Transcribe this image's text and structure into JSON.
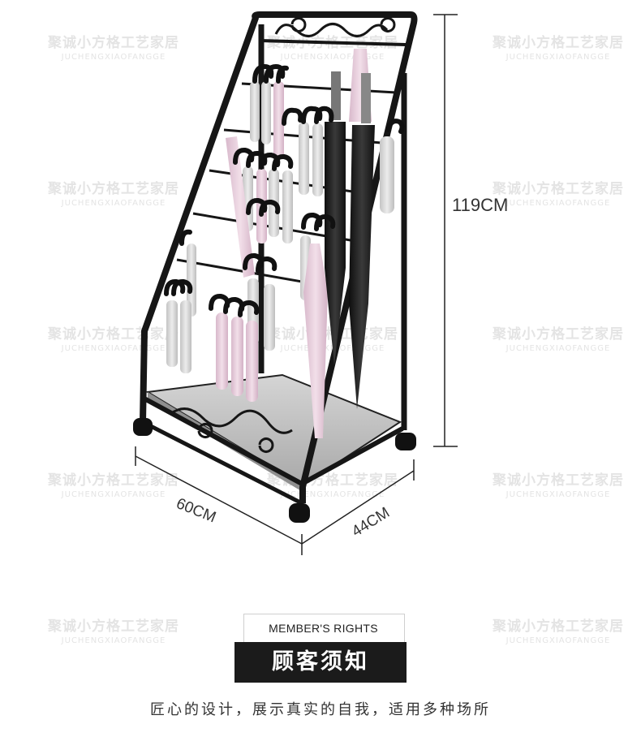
{
  "watermark": {
    "cn": "聚诚小方格工艺家居",
    "en": "JUCHENGXIAOFANGGE"
  },
  "dimensions": {
    "height": "119CM",
    "width": "60CM",
    "depth": "44CM"
  },
  "section": {
    "subtitle": "MEMBER'S RIGHTS",
    "title": "顾客须知"
  },
  "tagline": "匠心的设计，展示真实的自我，适用多种场所",
  "colors": {
    "frame": "#161616",
    "umbrella_grey": "#d9d9d9",
    "umbrella_pink": "#ecd3e1",
    "banner": "#1b1b1b"
  }
}
